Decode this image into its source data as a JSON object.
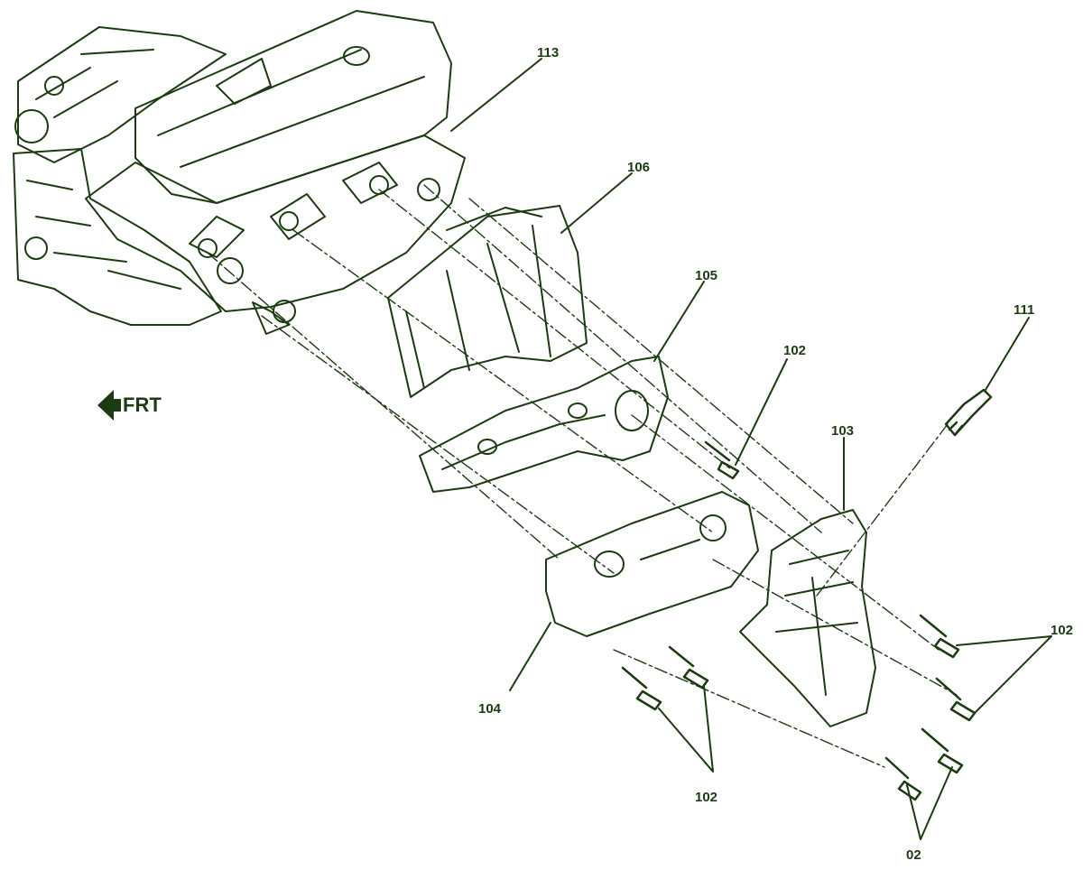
{
  "colors": {
    "ink": "#1a3c10",
    "background": "#ffffff"
  },
  "front_indicator": {
    "label": "FRT",
    "icon": "arrow-left-icon"
  },
  "callouts": [
    {
      "id": "c113",
      "label": "113"
    },
    {
      "id": "c106",
      "label": "106"
    },
    {
      "id": "c105",
      "label": "105"
    },
    {
      "id": "c111",
      "label": "111"
    },
    {
      "id": "c102a",
      "label": "102"
    },
    {
      "id": "c103",
      "label": "103"
    },
    {
      "id": "c102b",
      "label": "102"
    },
    {
      "id": "c104",
      "label": "104"
    },
    {
      "id": "c102c",
      "label": "102"
    },
    {
      "id": "c02",
      "label": "02"
    }
  ]
}
